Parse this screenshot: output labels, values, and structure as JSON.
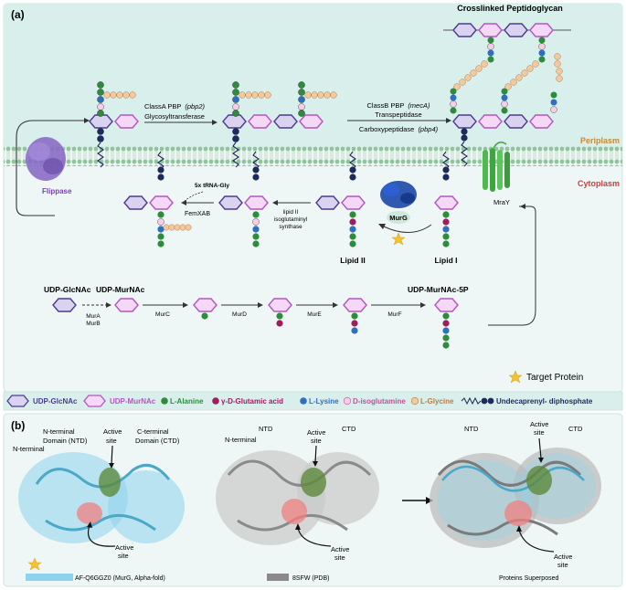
{
  "panel_a": {
    "label": "(a)",
    "top_title": "Crosslinked Peptidoglycan",
    "periplasm": "Periplasm",
    "cytoplasm": "Cytoplasm",
    "flippase": "Flippase",
    "pbp2_line1": "ClassA PBP",
    "pbp2_gene": "(pbp2)",
    "pbp2_line2": "Glycosyltransferase",
    "meca_line1": "ClassB PBP",
    "meca_gene": "(mecA)",
    "meca_line2": "Transpeptidase",
    "meca_line3": "Carboxypeptidase",
    "meca_gene2": "(pbp4)",
    "tRNA": "5x tRNA-Gly",
    "femxab": "FemXAB",
    "lipid_syn_1": "lipid II",
    "lipid_syn_2": "isoglutaminyl",
    "lipid_syn_3": "synthase",
    "murg": "MurG",
    "mray": "MraY",
    "lipid2": "Lipid II",
    "lipid1": "Lipid I",
    "udp_glcnac": "UDP-GlcNAc",
    "udp_murnac": "UDP-MurNAc",
    "udp_murnac_5p": "UDP-MurNAc-5P",
    "mura": "MurA",
    "murb": "MurB",
    "murc": "MurC",
    "murd": "MurD",
    "mure": "MurE",
    "murf": "MurF",
    "target_protein": "Target Protein"
  },
  "legend": {
    "items": [
      {
        "label": "UDP-GlcNAc",
        "color": "#4b3c8f"
      },
      {
        "label": "UDP-MurNAc",
        "color": "#b455c0"
      },
      {
        "label": "L-Alanine",
        "color": "#2e8b3c"
      },
      {
        "label": "γ-D-Glutamic acid",
        "color": "#a01c5c"
      },
      {
        "label": "L-Lysine",
        "color": "#2e6fc0"
      },
      {
        "label": "D-isoglutamine",
        "color": "#c0509a"
      },
      {
        "label": "L-Glycine",
        "color": "#c07a3a"
      },
      {
        "label": "Undecaprenyl- diphosphate",
        "color": "#1e2a5a"
      }
    ]
  },
  "panel_b": {
    "label": "(b)",
    "s1_nterm_domain": "N-terminal",
    "s1_nterm_domain2": "Domain (NTD)",
    "s1_nterminal": "N-terminal",
    "s1_active": "Active",
    "s1_site": "site",
    "s1_cterm": "C-terminal",
    "s1_cterm2": "Domain (CTD)",
    "s1_active_b": "Active",
    "s1_site_b": "site",
    "s1_caption": "AF-Q6GGZ0 (MurG, Alpha-fold)",
    "s2_ntd": "NTD",
    "s2_nterminal": "N-terminal",
    "s2_active": "Active",
    "s2_site": "site",
    "s2_ctd": "CTD",
    "s2_active_b": "Active",
    "s2_site_b": "site",
    "s2_caption": "8SFW (PDB)",
    "s3_ntd": "NTD",
    "s3_active": "Active",
    "s3_site": "site",
    "s3_ctd": "CTD",
    "s3_active_b": "Active",
    "s3_site_b": "site",
    "s3_caption": "Proteins Superposed"
  },
  "colors": {
    "periplasm_bg": "#d9efec",
    "cytoplasm_bg": "#eef7f6",
    "membrane": "#9cc9a4",
    "glcnac_fill": "#d9d3ef",
    "glcnac_stroke": "#4b3c8f",
    "murnac_fill": "#f5d8f5",
    "murnac_stroke": "#b455c0",
    "alanine": "#2e8b3c",
    "glutamic": "#a01c5c",
    "lysine": "#2e6fc0",
    "isoglutamine": "#f6cde6",
    "glycine": "#f4c9a0",
    "undecaprenyl": "#1e2a5a",
    "target_star": "#f2c230",
    "alpha_fold": "#8ed3ec",
    "pdb": "#8a8a8a"
  }
}
